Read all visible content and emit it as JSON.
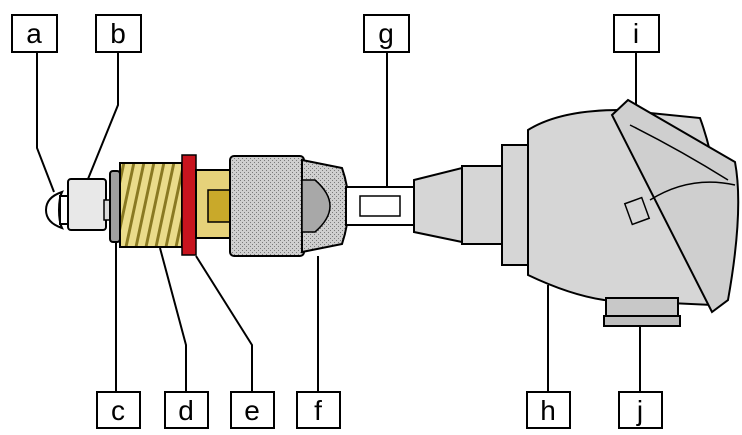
{
  "labels": {
    "a": "a",
    "b": "b",
    "c": "c",
    "d": "d",
    "e": "e",
    "f": "f",
    "g": "g",
    "h": "h",
    "i": "i",
    "j": "j"
  },
  "colors": {
    "light_grey": "#d6d6d6",
    "mid_grey": "#bdbdbd",
    "hatch_grey": "#9a9a9a",
    "brass": "#e6d27a",
    "brass_dark": "#c9a92a",
    "seal_red": "#c8141e",
    "outline": "#000000"
  }
}
